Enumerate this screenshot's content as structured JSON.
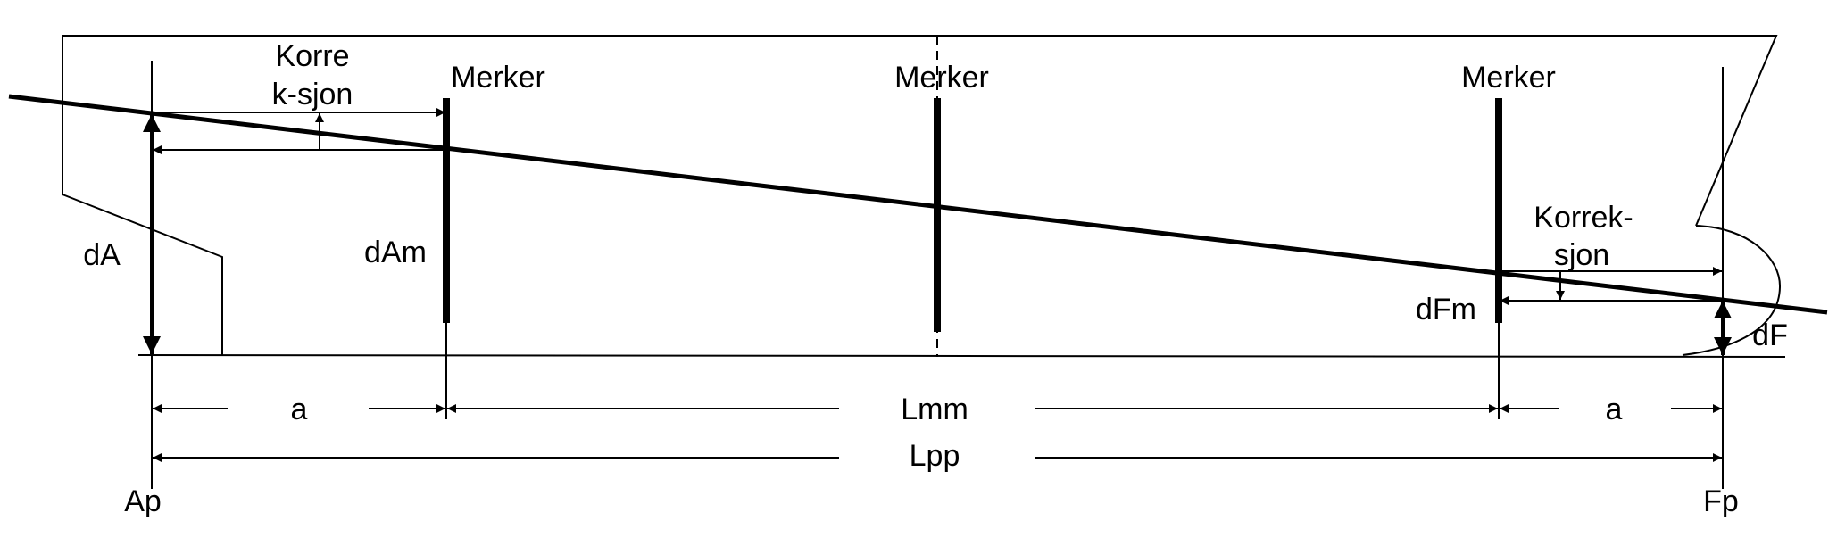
{
  "labels": {
    "korreksjon_aft_line1": "Korre",
    "korreksjon_aft_line2": "k-sjon",
    "merker_aft": "Merker",
    "merker_mid": "Merker",
    "merker_fwd": "Merker",
    "korreksjon_fwd_line1": "Korrek-",
    "korreksjon_fwd_line2": "sjon",
    "dA": "dA",
    "dAm": "dAm",
    "dFm": "dFm",
    "dF": "dF",
    "a_aft": "a",
    "a_fwd": "a",
    "Lmm": "Lmm",
    "Lpp": "Lpp",
    "Ap": "Ap",
    "Fp": "Fp"
  }
}
